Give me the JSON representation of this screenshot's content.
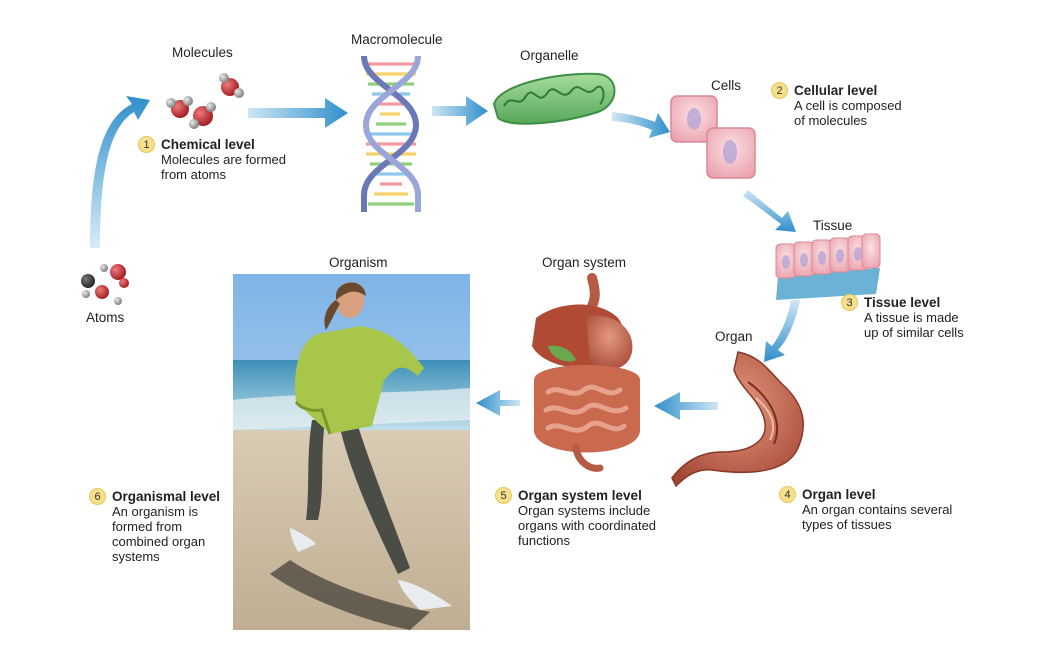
{
  "labels": {
    "atoms": "Atoms",
    "molecules": "Molecules",
    "macromolecule": "Macromolecule",
    "organelle": "Organelle",
    "cells": "Cells",
    "tissue": "Tissue",
    "organ": "Organ",
    "organ_system": "Organ system",
    "organism": "Organism"
  },
  "levels": [
    {
      "num": "1",
      "title": "Chemical level",
      "lines": [
        "Molecules are formed",
        "from atoms"
      ]
    },
    {
      "num": "2",
      "title": "Cellular level",
      "lines": [
        "A cell is composed",
        "of molecules"
      ]
    },
    {
      "num": "3",
      "title": "Tissue level",
      "lines": [
        "A tissue is made",
        "up of similar cells"
      ]
    },
    {
      "num": "4",
      "title": "Organ level",
      "lines": [
        "An organ contains several",
        "types of tissues"
      ]
    },
    {
      "num": "5",
      "title": "Organ system level",
      "lines": [
        "Organ systems include",
        "organs with coordinated",
        "functions"
      ]
    },
    {
      "num": "6",
      "title": "Organismal level",
      "lines": [
        "An organism is",
        "formed from",
        "combined organ",
        "systems"
      ]
    }
  ],
  "colors": {
    "arrow": "#3f9bd1",
    "badge": "#f7e08b",
    "atom_red": "#c0272d",
    "atom_grey": "#8a8a8a",
    "mitochondria": "#7cc47a",
    "cell_pink": "#f2b8c0",
    "organ": "#c8614a"
  }
}
